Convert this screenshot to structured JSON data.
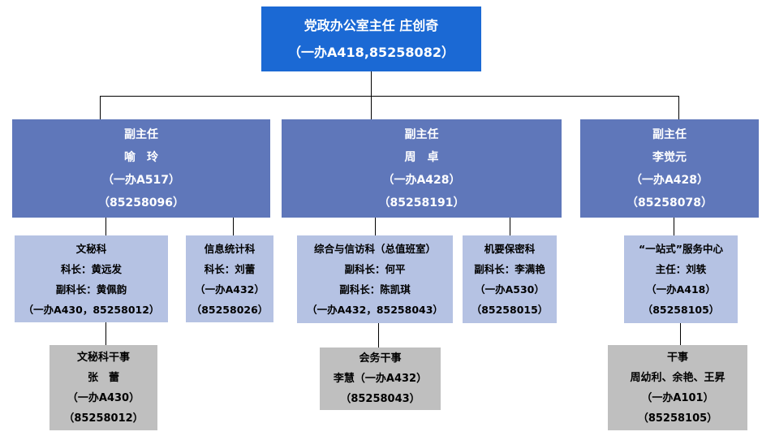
{
  "colors": {
    "level1_bg": "#1b69d4",
    "level2_bg": "#5f77ba",
    "level3_bg": "#b5c2e3",
    "level4_bg": "#bfbfbf",
    "level1_text": "#ffffff",
    "level2_text": "#ffffff",
    "level3_text": "#000000",
    "level4_text": "#000000",
    "connector": "#000000",
    "background": "#ffffff"
  },
  "org": {
    "root": {
      "lines": [
        "党政办公室主任 庄创奇",
        "（一办A418,85258082）"
      ]
    },
    "deputies": [
      {
        "lines": [
          "副主任",
          "喻　玲",
          "（一办A517）",
          "（85258096）"
        ]
      },
      {
        "lines": [
          "副主任",
          "周　卓",
          "（一办A428）",
          "（85258191）"
        ]
      },
      {
        "lines": [
          "副主任",
          "李觉元",
          "（一办A428）",
          "（85258078）"
        ]
      }
    ],
    "departments": [
      {
        "lines": [
          "文秘科",
          "科长：黄远发",
          "副科长：黄佩韵",
          "（一办A430，85258012）"
        ]
      },
      {
        "lines": [
          "信息统计科",
          "科长：刘蕾",
          "（一办A432）",
          "（85258026）"
        ]
      },
      {
        "lines": [
          "综合与信访科（总值班室）",
          "副科长：何平",
          "副科长：陈凯琪",
          "（一办A432，85258043）"
        ]
      },
      {
        "lines": [
          "机要保密科",
          "副科长：李满艳",
          "（一办A530）",
          "（85258015）"
        ]
      },
      {
        "lines": [
          "“一站式”服务中心",
          "主任：刘轶",
          "（一办A418）",
          "（85258105）"
        ]
      }
    ],
    "staff": [
      {
        "lines": [
          "文秘科干事",
          "张　蕾",
          "（一办A430）",
          "（85258012）"
        ]
      },
      {
        "lines": [
          "会务干事",
          "李慧（一办A432）",
          "（85258043）"
        ]
      },
      {
        "lines": [
          "干事",
          "周幼利、余艳、王昇",
          "（一办A101）",
          "（85258105）"
        ]
      }
    ]
  }
}
